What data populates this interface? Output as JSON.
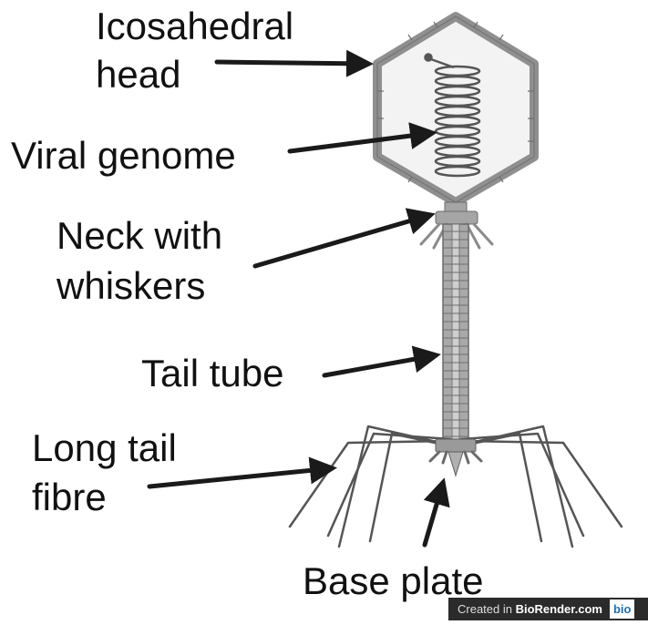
{
  "labels": {
    "head_line1": "Icosahedral",
    "head_line2": "head",
    "genome": "Viral genome",
    "neck_line1": "Neck with",
    "neck_line2": "whiskers",
    "tail_tube": "Tail tube",
    "fibre_line1": "Long tail",
    "fibre_line2": "fibre",
    "base_plate": "Base plate"
  },
  "credit": {
    "prefix": "Created in ",
    "brand": "BioRender.com",
    "logo": "bio"
  },
  "colors": {
    "capsid_edge": "#8f8f8f",
    "capsid_fill": "#f3f3f3",
    "tail": "#9a9a9a",
    "fibre": "#555555",
    "arrow": "#1a1a1a",
    "text": "#111111"
  }
}
